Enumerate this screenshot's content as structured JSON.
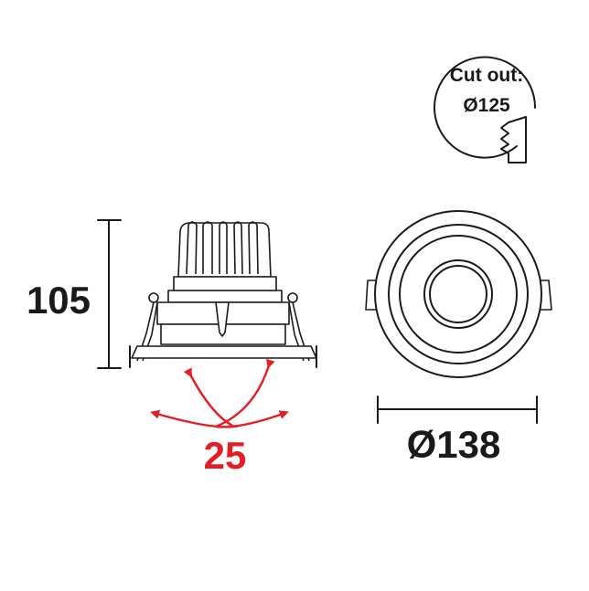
{
  "cutout": {
    "label_line1": "Cut out:",
    "label_line2": "Ø125"
  },
  "dimensions": {
    "height": "105",
    "diameter": "Ø138"
  },
  "tilt": {
    "angle": "25",
    "color": "#e31e24"
  },
  "colors": {
    "line": "#1a1a1a",
    "accent": "#e31e24"
  }
}
